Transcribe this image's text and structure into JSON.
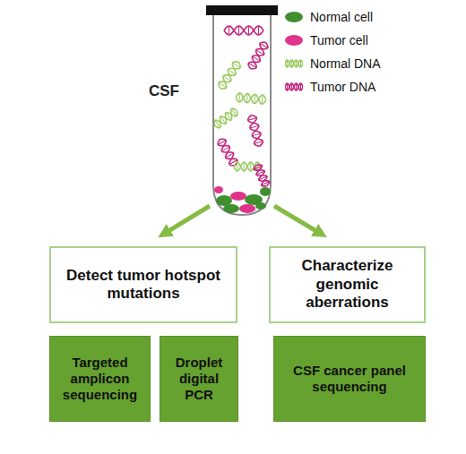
{
  "diagram": {
    "nodes": [
      {
        "text": [
          "CSF"
        ]
      },
      {
        "text": [
          "Detect tumor hotspot mutations"
        ]
      },
      {
        "text": [
          "Characterize genomic aberrations"
        ]
      },
      {
        "text": [
          "Targeted amplicon sequencing"
        ]
      },
      {
        "text": [
          "Droplet digital PCR"
        ]
      },
      {
        "text": [
          "CSF cancer panel sequencing"
        ]
      }
    ],
    "edges": [
      {
        "from": 0,
        "to": 1,
        "arrow": "to"
      },
      {
        "from": 0,
        "to": 2,
        "arrow": "to"
      }
    ],
    "legend": [
      {
        "text": "Normal cell",
        "color": "#3f8f2f"
      },
      {
        "text": "Tumor cell",
        "color": "#e0338a"
      },
      {
        "text": "Normal DNA"
      },
      {
        "text": "Tumor DNA"
      }
    ]
  }
}
